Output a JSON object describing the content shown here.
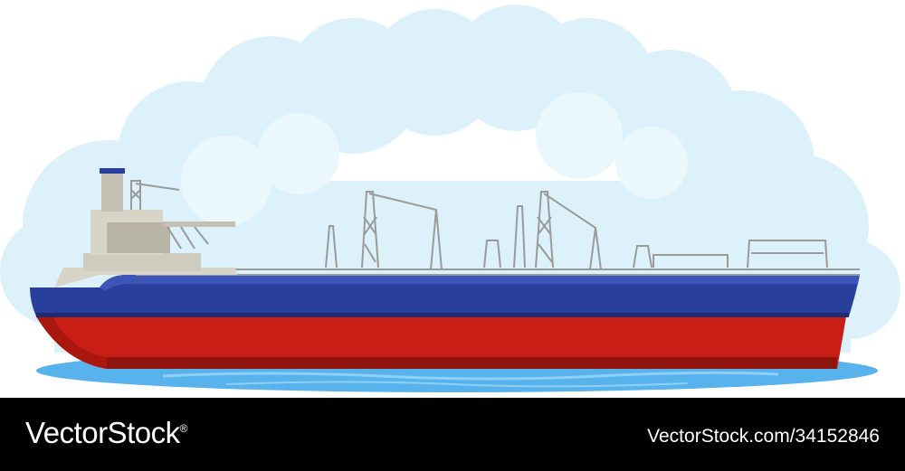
{
  "illustration": {
    "subject": "oil-tanker-ship",
    "colors": {
      "sky_cloud": "#dcf1fb",
      "sky_cloud_light": "#eaf7fd",
      "water": "#58b2ec",
      "water_light": "#8fd0f6",
      "hull_top": "#2a3f9b",
      "hull_top_highlight": "#3b55b8",
      "hull_bottom": "#c81e15",
      "hull_bottom_shadow": "#8f140e",
      "superstructure": "#d7d4c8",
      "superstructure_shadow": "#b9b5a6",
      "deck_rail": "#9a9a9a"
    }
  },
  "footer": {
    "brand_left": "VectorStock",
    "brand_left_mark": "®",
    "brand_right": "VectorStock.com/34152846",
    "background": "#000000",
    "text_color": "#ffffff"
  }
}
